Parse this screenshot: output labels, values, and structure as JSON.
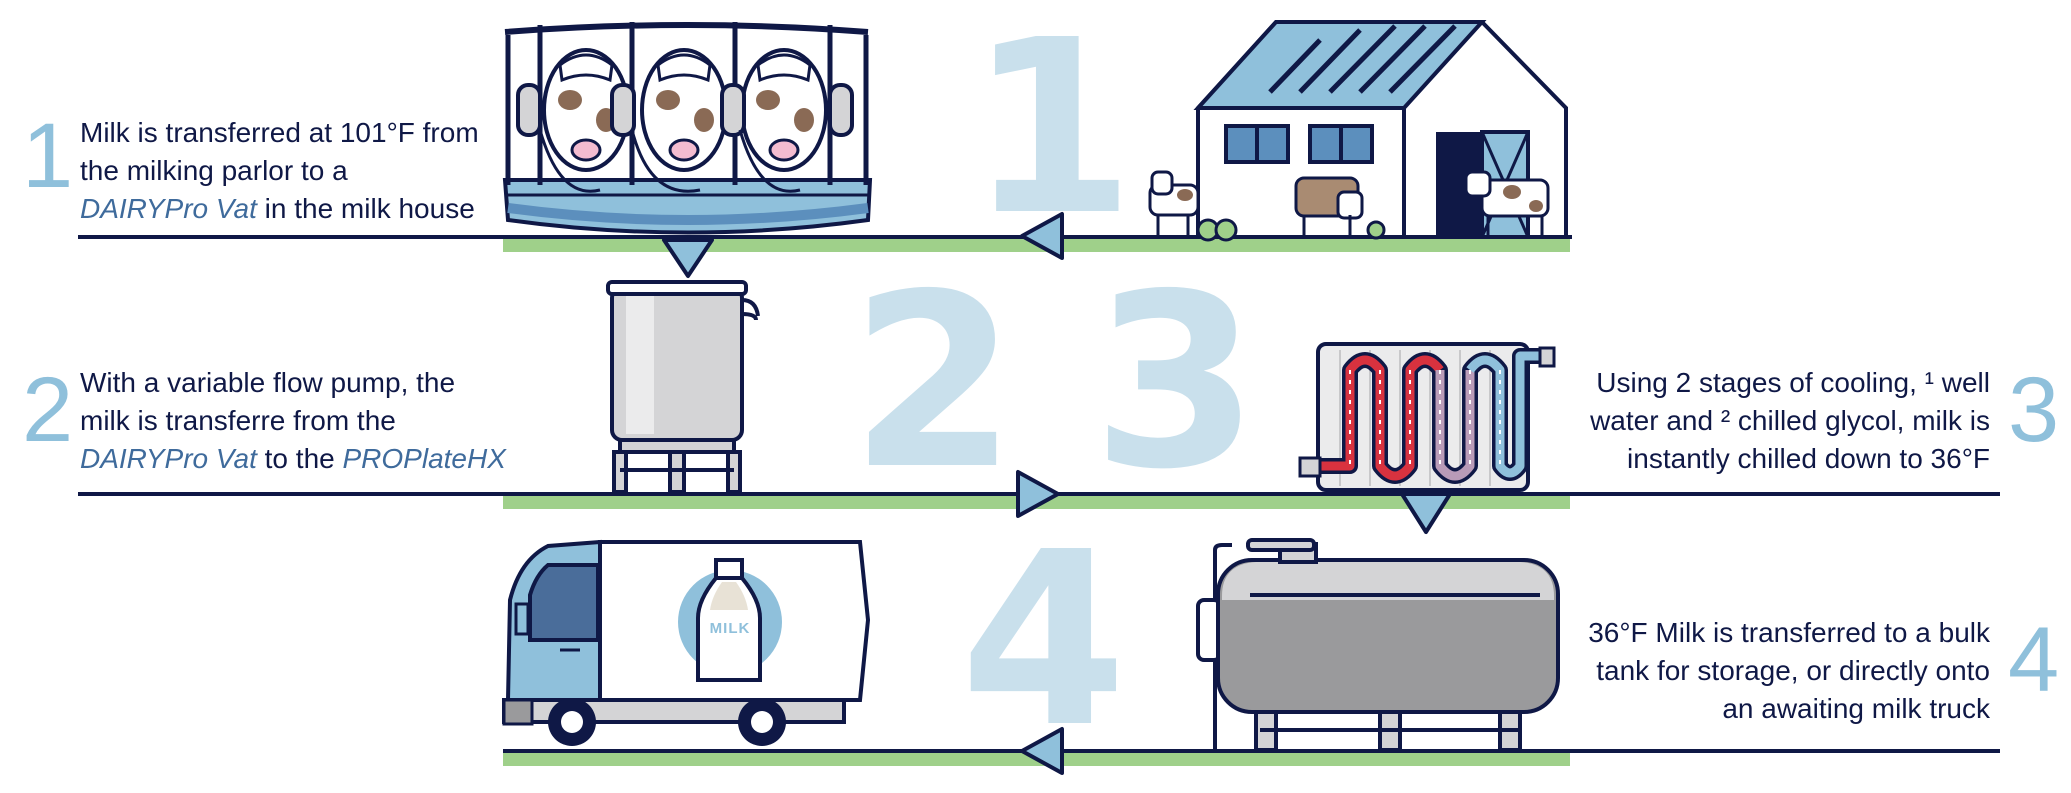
{
  "steps": [
    {
      "number": "1",
      "big_number": "1",
      "line1": "Milk is transferred at 101°F from",
      "line2": "the milking parlor to a",
      "brand": "DAIRYPro Vat",
      "line3_rest": " in the milk house"
    },
    {
      "number": "2",
      "big_number": "2",
      "line1": "With a variable flow pump, the",
      "line2": "milk is transferre from the",
      "brand": "DAIRYPro Vat",
      "line3_mid": " to the ",
      "brand2": "PROPlateHX"
    },
    {
      "number": "3",
      "big_number": "3",
      "line1": "Using 2 stages of cooling, ¹ well",
      "line2": "water and ² chilled glycol, milk is",
      "line3": "instantly chilled down to 36°F"
    },
    {
      "number": "4",
      "big_number": "4",
      "line1": "36°F Milk is transferred to a bulk",
      "line2": "tank for storage, or directly onto",
      "line3": "an awaiting milk truck"
    }
  ],
  "truck": {
    "label": "MILK"
  },
  "colors": {
    "navy": "#0f1846",
    "light_blue": "#8fc0db",
    "pale_blue": "#c9e0ec",
    "green": "#9fd08a",
    "steel": "#d4d4d6",
    "tank_gray": "#9a9a9c"
  },
  "icons": [
    "milking-parlor-icon",
    "barn-icon",
    "cow-icon",
    "dairy-vat-icon",
    "plate-heat-exchanger-icon",
    "bulk-tank-icon",
    "milk-truck-icon",
    "milk-bottle-icon",
    "arrow-left-icon",
    "arrow-right-icon",
    "arrow-down-icon"
  ]
}
